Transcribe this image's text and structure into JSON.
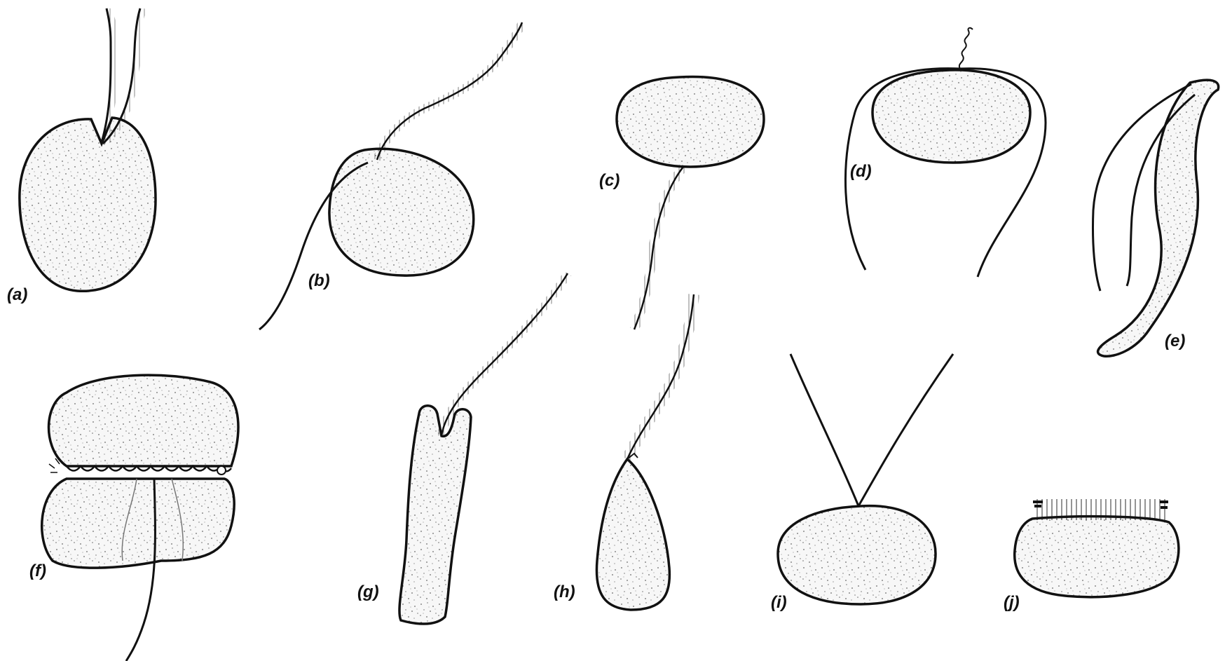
{
  "figure": {
    "panels": [
      {
        "id": "a",
        "label": "(a)"
      },
      {
        "id": "b",
        "label": "(b)"
      },
      {
        "id": "c",
        "label": "(c)"
      },
      {
        "id": "d",
        "label": "(d)"
      },
      {
        "id": "e",
        "label": "(e)"
      },
      {
        "id": "f",
        "label": "(f)"
      },
      {
        "id": "g",
        "label": "(g)"
      },
      {
        "id": "h",
        "label": "(h)"
      },
      {
        "id": "i",
        "label": "(i)"
      },
      {
        "id": "j",
        "label": "(j)"
      }
    ]
  },
  "colors": {
    "ink": "#111111",
    "cell_fill": "#f7f7f7",
    "stipple": "#6a6a6a",
    "background": "#ffffff"
  }
}
